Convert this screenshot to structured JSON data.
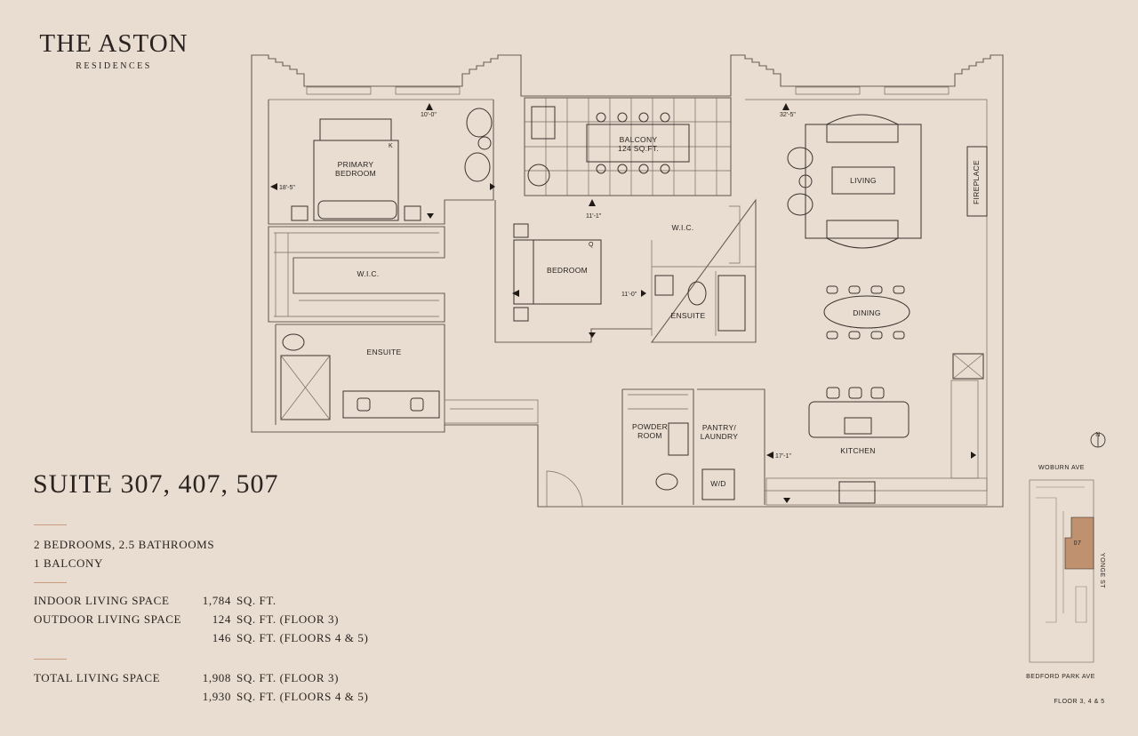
{
  "brand": {
    "title": "THE ASTON",
    "subtitle": "RESIDENCES"
  },
  "suite": {
    "title": "SUITE 307, 407, 507",
    "rooms_line": "2 BEDROOMS, 2.5 BATHROOMS",
    "balcony_line": "1 BALCONY"
  },
  "areas": [
    {
      "label": "INDOOR LIVING SPACE",
      "value": "1,784",
      "unit": "SQ. FT."
    },
    {
      "label": "OUTDOOR LIVING SPACE",
      "value": "124",
      "unit": "SQ. FT. (FLOOR 3)"
    },
    {
      "label": "",
      "value": "146",
      "unit": "SQ. FT. (FLOORS 4 & 5)"
    }
  ],
  "totals": [
    {
      "label": "TOTAL LIVING SPACE",
      "value": "1,908",
      "unit": "SQ. FT. (FLOOR 3)"
    },
    {
      "label": "",
      "value": "1,930",
      "unit": "SQ. FT. (FLOORS 4 & 5)"
    }
  ],
  "plan": {
    "rooms": {
      "primary_bedroom_1": "PRIMARY",
      "primary_bedroom_2": "BEDROOM",
      "wic_1": "W.I.C.",
      "ensuite_1": "ENSUITE",
      "balcony_1": "BALCONY",
      "balcony_2": "124 SQ.FT.",
      "bedroom": "BEDROOM",
      "wic_2": "W.I.C.",
      "ensuite_2": "ENSUITE",
      "living": "LIVING",
      "fireplace": "FIREPLACE",
      "dining": "DINING",
      "kitchen": "KITCHEN",
      "powder_1": "POWDER",
      "powder_2": "ROOM",
      "pantry_1": "PANTRY/",
      "pantry_2": "LAUNDRY",
      "wd": "W/D",
      "bed_k": "K",
      "bed_q": "Q"
    },
    "dimensions": {
      "primary_width": "10'-0\"",
      "primary_depth": "18'-5\"",
      "balcony_width": "11'-1\"",
      "living_width": "32'-5\"",
      "bedroom_depth": "11'-0\"",
      "kitchen_depth": "17'-1\""
    }
  },
  "key_plan": {
    "north": "N",
    "street_top": "WOBURN AVE",
    "street_right": "YONGE ST",
    "street_bottom": "BEDFORD PARK AVE",
    "unit": "07",
    "floors": "FLOOR 3, 4  & 5",
    "highlight_color": "#c0916f"
  },
  "colors": {
    "background": "#e8ddd0",
    "accent_rule": "#c79c80"
  }
}
